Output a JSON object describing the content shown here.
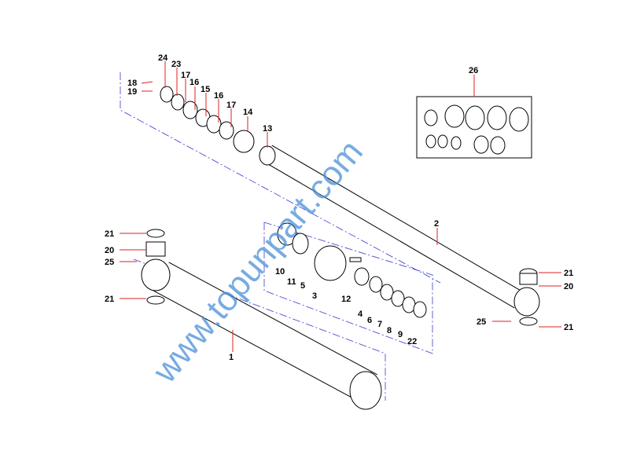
{
  "watermark": "www.topunpart.com",
  "callouts": {
    "c24": "24",
    "c23": "23",
    "c18": "18",
    "c19": "19",
    "c17a": "17",
    "c16a": "16",
    "c15": "15",
    "c16b": "16",
    "c17b": "17",
    "c14": "14",
    "c13": "13",
    "c26": "26",
    "c2": "2",
    "c21a": "21",
    "c20a": "20",
    "c25a": "25",
    "c21b": "21",
    "c10": "10",
    "c11": "11",
    "c5": "5",
    "c3": "3",
    "c12": "12",
    "c4": "4",
    "c6": "6",
    "c7": "7",
    "c8": "8",
    "c9": "9",
    "c22": "22",
    "c1": "1",
    "c21c": "21",
    "c20b": "20",
    "c25b": "25",
    "c21d": "21"
  }
}
